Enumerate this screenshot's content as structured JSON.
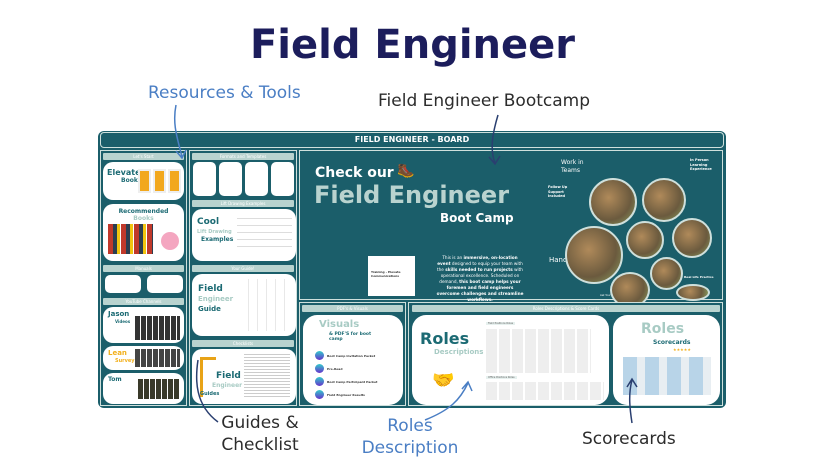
{
  "title": "Field Engineer",
  "annotations": {
    "resources": "Resources & Tools",
    "bootcamp": "Field Engineer Bootcamp",
    "guides_line1": "Guides &",
    "guides_line2": "Checklist",
    "roles_line1": "Roles",
    "roles_line2": "Description",
    "scorecards": "Scorecards"
  },
  "board": {
    "header": "FIELD ENGINEER - BOARD",
    "left": {
      "lets_start": "Let's Start",
      "elevate": "Elevate",
      "book": "Book",
      "recommended": "Recommended",
      "books": "Books",
      "manuals": "Manuals",
      "youtube": "YouTube Channels",
      "jason": "Jason",
      "videos": "Videos",
      "lean": "Lean",
      "survey": "Survey",
      "tom": "Tom"
    },
    "middle": {
      "formats": "Formats and Templates",
      "lift": "Lift Drawing Examples",
      "cool": "Cool",
      "lift_drawing": "Lift Drawing",
      "examples": "Examples",
      "guide_label": "Your Guide!",
      "field": "Field",
      "engineer": "Engineer",
      "guide": "Guide",
      "checklists": "Checklists",
      "guides": "Guides"
    },
    "bootcamp": {
      "check": "Check our",
      "big": "Field Engineer",
      "boot": "Boot Camp",
      "card_title": "Training - Elevate Communications",
      "description_parts": [
        "This is an ",
        "immersive, on-location event",
        " designed to equip your team with the ",
        "skills needed to run projects",
        " with operational excellence. Scheduled on demand, ",
        "this boot camp helps your foremen and field engineers overcome challenges and streamline workflows."
      ],
      "work": "Work in Teams",
      "follow": "Follow Up Support Included",
      "in_person": "In Person Learning Experience",
      "hands": "Hands on",
      "real": "Real Life Practice",
      "ask": "Ask Your Project Specific Questions"
    },
    "pdfs": {
      "label": "PDF's & Visuals",
      "visuals": "Visuals",
      "sub": "& PDF'S for boot camp",
      "items": [
        "Boot Camp Invitation Packet",
        "Pre-Read",
        "Boot Camp Participant Packet",
        "Field Engineer Results"
      ]
    },
    "roles": {
      "label": "Roles Descriptions & Score Cards",
      "roles": "Roles",
      "descriptions": "Descriptions",
      "field_section": "Field Positions Roles",
      "office_section": "Office Positions Roles",
      "scorecards": "Scorecards"
    }
  },
  "colors": {
    "navy": "#1c1d5c",
    "accent_blue": "#4a7ec4",
    "board_teal": "#1b5e6a",
    "label_sage": "#b9d3cf"
  }
}
